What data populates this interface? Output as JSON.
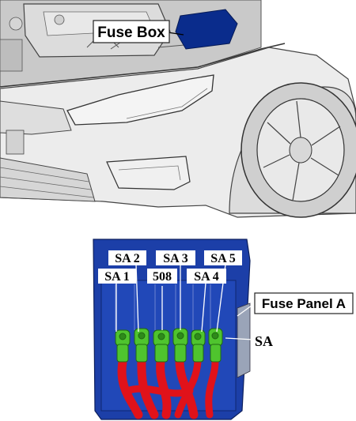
{
  "car_view": {
    "fuse_box_label": "Fuse Box"
  },
  "fuse_panel": {
    "panel_label": "Fuse Panel A",
    "group_label": "SA",
    "fuse_labels": {
      "sa1": "SA 1",
      "sa2": "SA 2",
      "f508": "508",
      "sa3": "SA 3",
      "sa4": "SA 4",
      "sa5": "SA 5"
    }
  },
  "colors": {
    "panel_blue": "#1c3fa8",
    "fuse_green": "#4fc42e",
    "cable_red": "#e0121a",
    "fuse_box_highlight": "#0a2c8c"
  }
}
